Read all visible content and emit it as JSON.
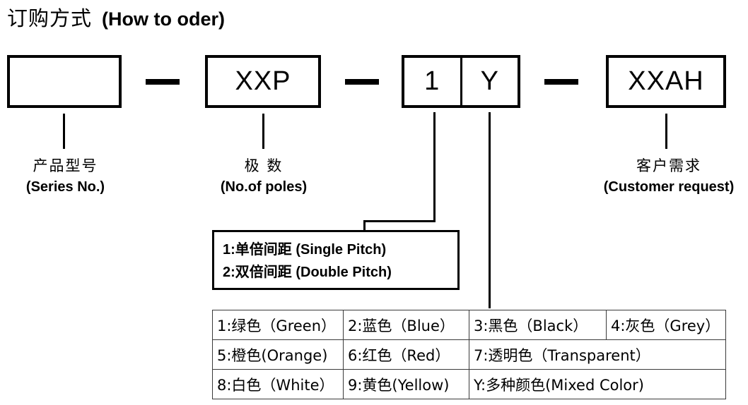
{
  "title": {
    "cn": "订购方式",
    "en": "(How to oder)"
  },
  "code_boxes": [
    {
      "name": "series",
      "value": ""
    },
    {
      "name": "poles",
      "value": "XXP"
    },
    {
      "name": "pitch",
      "value": "1"
    },
    {
      "name": "color",
      "value": "Y"
    },
    {
      "name": "customer",
      "value": "XXAH"
    }
  ],
  "separators": {
    "dash": "—"
  },
  "captions": {
    "series": {
      "cn": "产品型号",
      "en": "(Series No.)"
    },
    "poles": {
      "cn": "极  数",
      "en": "(No.of poles)"
    },
    "customer": {
      "cn": "客户需求",
      "en": "(Customer request)"
    }
  },
  "pitch_box": {
    "lines": [
      {
        "code": "1:",
        "cn": "单倍间距",
        "en": " (Single Pitch)"
      },
      {
        "code": "2:",
        "cn": "双倍间距",
        "en": " (Double Pitch)"
      }
    ]
  },
  "color_table": {
    "rows": [
      [
        {
          "text": "1:绿色（Green）",
          "span": 1
        },
        {
          "text": "2:蓝色（Blue）",
          "span": 1
        },
        {
          "text": "3:黑色（Black）",
          "span": 1
        },
        {
          "text": "4:灰色（Grey）",
          "span": 1
        }
      ],
      [
        {
          "text": "5:橙色(Orange)",
          "span": 1
        },
        {
          "text": "6:红色（Red）",
          "span": 1
        },
        {
          "text": "7:透明色（Transparent）",
          "span": 2
        }
      ],
      [
        {
          "text": "8:白色（White）",
          "span": 1
        },
        {
          "text": "9:黄色(Yellow)",
          "span": 1
        },
        {
          "text": "Y:多种颜色(Mixed Color)",
          "span": 2
        }
      ]
    ]
  },
  "colors": {
    "ink": "#000000",
    "background": "#ffffff",
    "table_border": "#3a3a3a"
  }
}
